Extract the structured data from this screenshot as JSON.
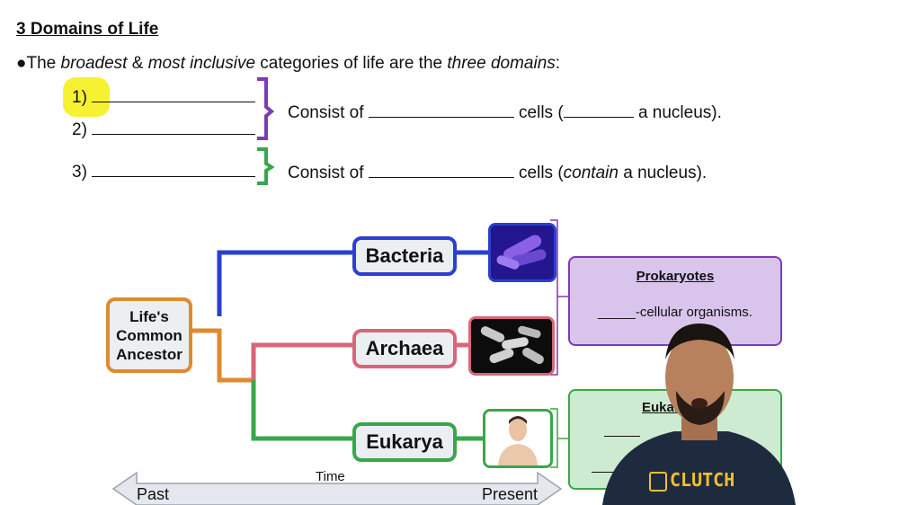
{
  "heading": "3 Domains of Life",
  "intro": {
    "bullet": "●",
    "part1": "The ",
    "em1": "broadest",
    "part2": " & ",
    "em2": "most inclusive",
    "part3": " categories of life are the ",
    "em3": "three domains",
    "part4": ":"
  },
  "list": {
    "n1": "1)",
    "n2": "2)",
    "n3": "3)",
    "consist1_a": "Consist of",
    "consist1_b": "cells (",
    "consist1_c": "a nucleus).",
    "consist2_a": "Consist of",
    "consist2_b": "cells (",
    "consist2_em": "contain",
    "consist2_c": " a nucleus)."
  },
  "tree": {
    "ancestor": "Life's Common Ancestor",
    "bacteria": "Bacteria",
    "archaea": "Archaea",
    "eukarya": "Eukarya"
  },
  "panels": {
    "prok_title": "Prokaryotes",
    "prok_text": "_____-cellular organisms.",
    "euk_title": "Eukar"
  },
  "timeline": {
    "label": "Time",
    "past": "Past",
    "present": "Present"
  },
  "brand": "CLUTCH",
  "colors": {
    "blue": "#2b3fd0",
    "pink": "#d9657a",
    "green": "#3aa64a",
    "orange": "#e08a2e",
    "purple": "#7d3bb8",
    "highlight": "#f5f020"
  }
}
